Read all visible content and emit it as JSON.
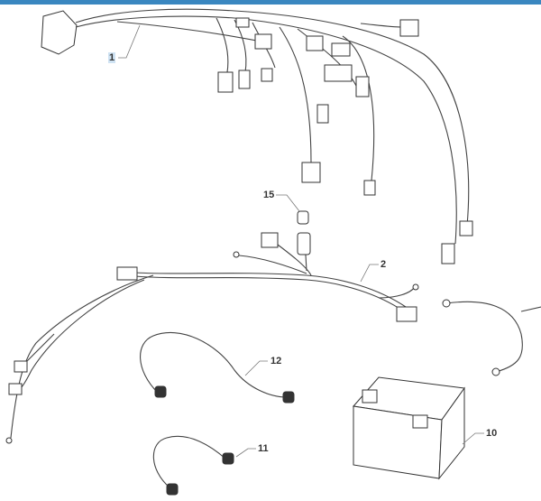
{
  "colors": {
    "accent_bar": "#3a87c0",
    "label_highlight": "#cfe3f3"
  },
  "callouts": [
    {
      "id": "1",
      "part": "main-wiring-harness"
    },
    {
      "id": "15",
      "part": "grommet"
    },
    {
      "id": "2",
      "part": "secondary-wiring-harness"
    },
    {
      "id": "12",
      "part": "cable-12"
    },
    {
      "id": "11",
      "part": "cable-11"
    },
    {
      "id": "10",
      "part": "battery"
    }
  ]
}
